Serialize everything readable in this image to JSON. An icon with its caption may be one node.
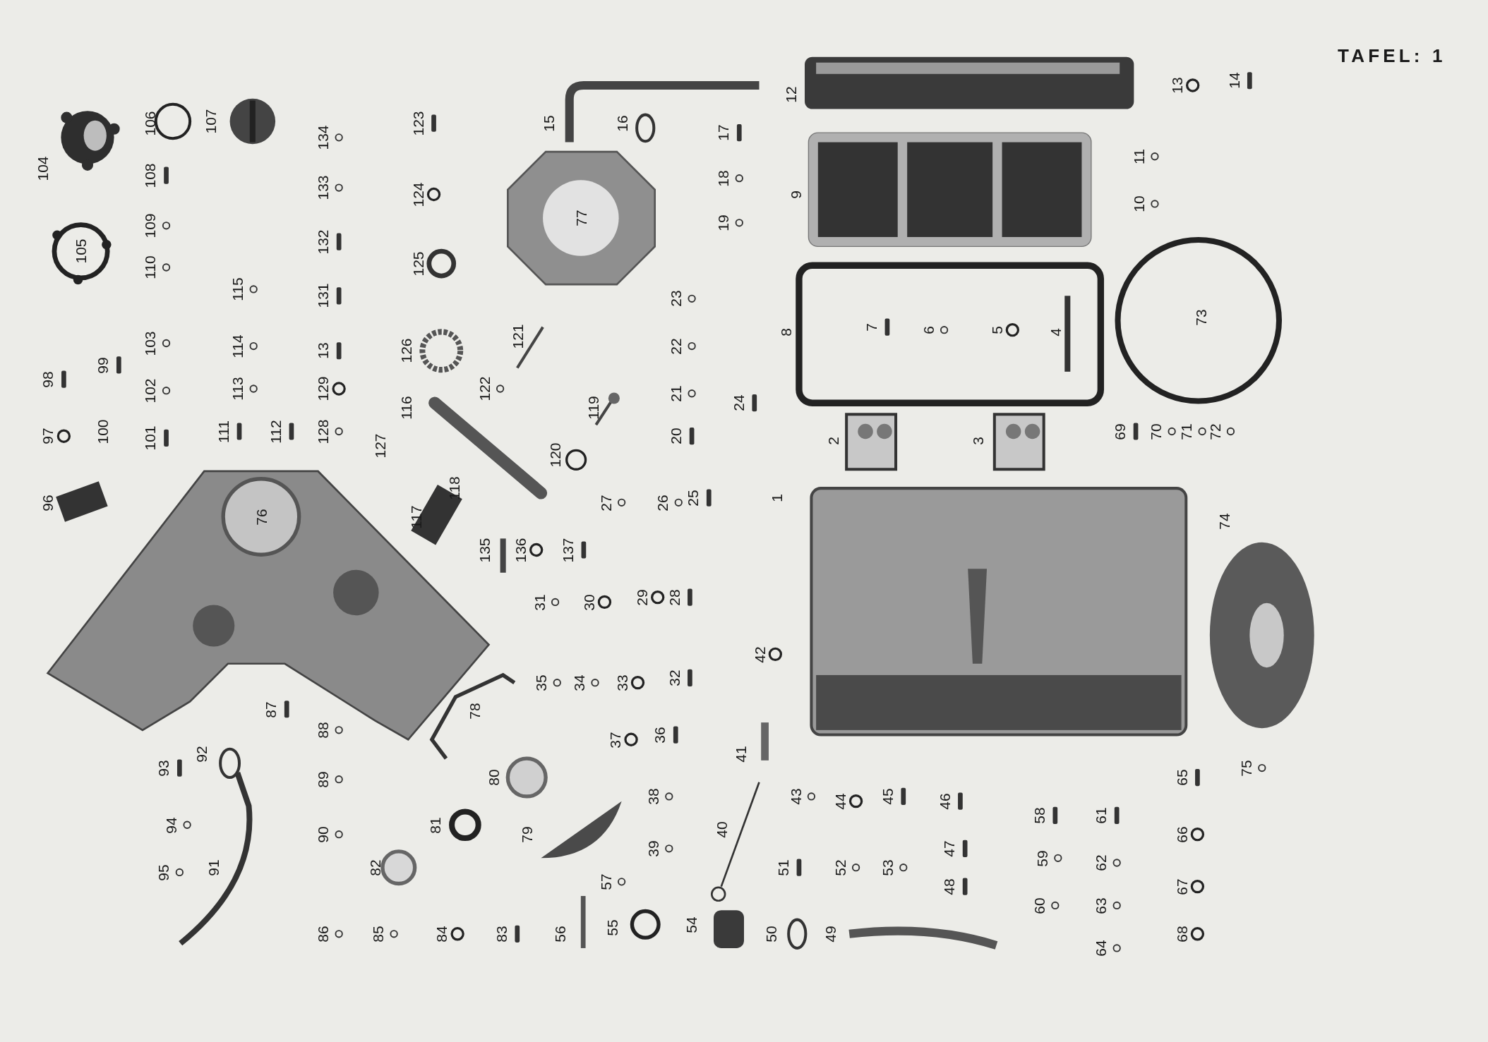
{
  "diagram": {
    "title": "TAFEL: 1",
    "labels": [
      "104",
      "105",
      "106",
      "107",
      "108",
      "109",
      "110",
      "134",
      "123",
      "133",
      "124",
      "132",
      "125",
      "115",
      "131",
      "103",
      "114",
      "13",
      "126",
      "121",
      "98",
      "99",
      "102",
      "113",
      "129",
      "122",
      "97",
      "100",
      "101",
      "111",
      "112",
      "128",
      "116",
      "119",
      "127",
      "120",
      "96",
      "118",
      "117",
      "76",
      "135",
      "136",
      "137",
      "15",
      "16",
      "77",
      "17",
      "18",
      "19",
      "23",
      "22",
      "21",
      "20",
      "24",
      "27",
      "26",
      "25",
      "31",
      "30",
      "29",
      "28",
      "12",
      "9",
      "8",
      "7",
      "6",
      "5",
      "4",
      "13",
      "14",
      "11",
      "10",
      "73",
      "2",
      "3",
      "69",
      "70",
      "71",
      "72",
      "1",
      "74",
      "42",
      "35",
      "34",
      "33",
      "32",
      "87",
      "88",
      "78",
      "37",
      "36",
      "41",
      "93",
      "92",
      "89",
      "80",
      "38",
      "43",
      "44",
      "45",
      "46",
      "58",
      "61",
      "65",
      "75",
      "94",
      "90",
      "81",
      "79",
      "39",
      "40",
      "47",
      "66",
      "95",
      "91",
      "82",
      "57",
      "51",
      "52",
      "53",
      "59",
      "62",
      "48",
      "60",
      "63",
      "67",
      "86",
      "85",
      "84",
      "83",
      "56",
      "55",
      "54",
      "50",
      "49",
      "64",
      "68"
    ]
  }
}
